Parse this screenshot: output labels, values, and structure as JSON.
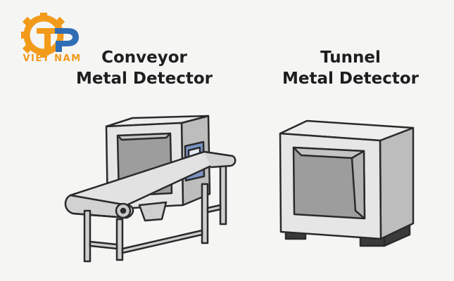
{
  "logo": {
    "brand_letters": "TP",
    "subtitle": "VIET NAM",
    "color_orange": "#f29a1a",
    "color_blue": "#2f6db5"
  },
  "left_panel": {
    "title_line1": "Conveyor",
    "title_line2": "Metal Detector"
  },
  "right_panel": {
    "title_line1": "Tunnel",
    "title_line2": "Metal Detector"
  },
  "colors": {
    "outline": "#2a2a2a",
    "body_light": "#e8e8e8",
    "body_mid": "#c9c9c9",
    "opening_dark": "#9d9d9d",
    "panel_blue": "#7b93c4",
    "background": "#f5f5f4"
  }
}
